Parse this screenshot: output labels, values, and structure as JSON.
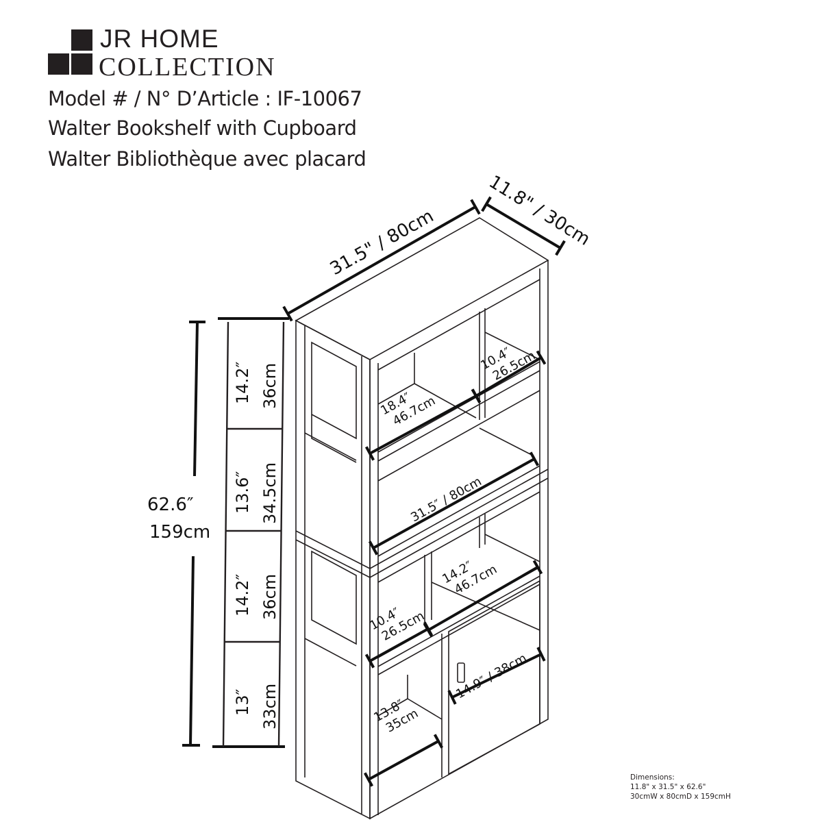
{
  "brand": {
    "line1": "JR HOME",
    "line2": "COLLECTION"
  },
  "header": {
    "model": "Model # / N° D’Article : IF-10067",
    "name_en": "Walter Bookshelf with Cupboard",
    "name_fr": "Walter Bibliothèque avec placard"
  },
  "dimensions_top": {
    "width": "31.5\" / 80cm",
    "depth": "11.8\" / 30cm"
  },
  "height_total": {
    "in": "62.6″",
    "cm": "159cm"
  },
  "height_sections": [
    {
      "in": "14.2″",
      "cm": "36cm"
    },
    {
      "in": "13.6″",
      "cm": "34.5cm"
    },
    {
      "in": "14.2″",
      "cm": "36cm"
    },
    {
      "in": "13″",
      "cm": "33cm"
    }
  ],
  "inner": {
    "upper_left": {
      "in": "18.4″",
      "cm": "46.7cm"
    },
    "upper_right": {
      "in": "10.4″",
      "cm": "26.5cm"
    },
    "middle_full": "31.5″ / 80cm",
    "lower_right": {
      "in": "14.2″",
      "cm": "46.7cm"
    },
    "lower_left": {
      "in": "10.4″",
      "cm": "26.5cm"
    },
    "door": "14.9″ / 38cm",
    "bottom_left": {
      "in": "13.8″",
      "cm": "35cm"
    }
  },
  "summary": {
    "title": "Dimensions:",
    "imperial": "11.8\" x 31.5\" x 62.6\"",
    "metric": "30cmW x 80cmD x 159cmH"
  }
}
